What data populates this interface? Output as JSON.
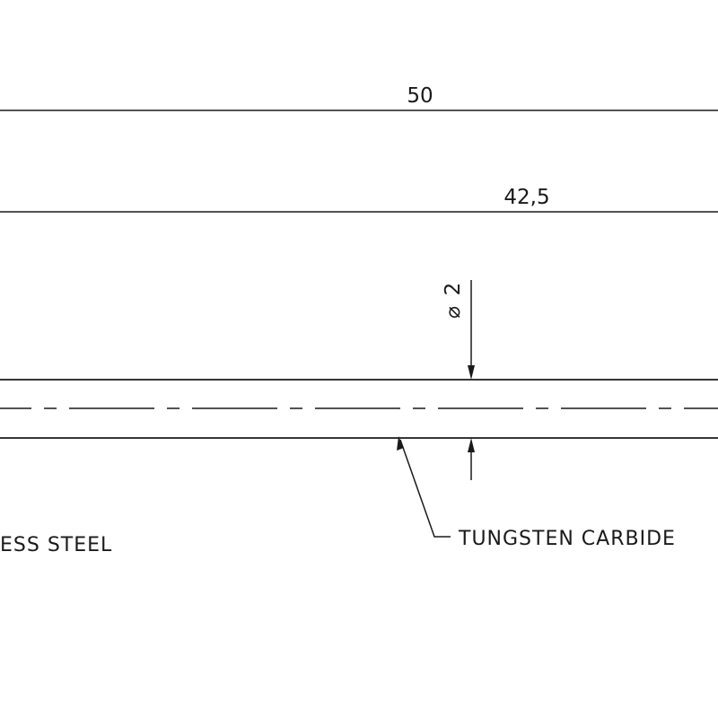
{
  "dimensions": {
    "overall_length": "50",
    "inner_length": "42,5",
    "diameter": "2",
    "diameter_symbol": "⌀"
  },
  "notes": {
    "left_material": "ESS STEEL",
    "right_material": "TUNGSTEN CARBIDE"
  }
}
